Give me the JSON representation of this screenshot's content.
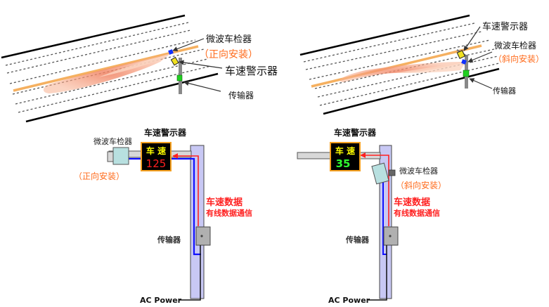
{
  "top_left": {
    "detector_label": "微波车检器",
    "install_mode": "（正向安装）",
    "warning_sign_label": "车速警示器",
    "transmitter_label": "传输器"
  },
  "top_right": {
    "warning_sign_label": "车速警示器",
    "detector_label": "微波车检器",
    "install_mode": "（斜向安装）",
    "transmitter_label": "传输器"
  },
  "bottom_left": {
    "warning_sign_label": "车速警示器",
    "detector_label": "微波车检器",
    "install_mode": "（正向安装）",
    "display_title": "车 速",
    "display_speed": "125",
    "speed_data_label": "车速数据",
    "wired_comm_label": "有线数据通信",
    "transmitter_label": "传输器",
    "power_label": "AC Power"
  },
  "bottom_right": {
    "warning_sign_label": "车速警示器",
    "detector_label": "微波车检器",
    "install_mode": "（斜向安装）",
    "display_title": "车 速",
    "display_speed": "35",
    "speed_data_label": "车速数据",
    "wired_comm_label": "有线数据通信",
    "transmitter_label": "传输器",
    "power_label": "AC Power"
  },
  "colors": {
    "road_edge": "#000000",
    "lane_dash": "#555555",
    "orange_line": "#f5b060",
    "beam": "#f4a582",
    "highlight_text": "#ff6a1a",
    "data_text": "#ff0000",
    "pole": "#c8c8f4",
    "detector_body": "#b8e0e0",
    "display_bg": "#000000",
    "display_border": "#f5a020",
    "display_title": "#ffff00",
    "speed_fast": "#ff2020",
    "speed_slow": "#30ff30",
    "signal_wire": "#ff2020",
    "data_wire": "#1010ff",
    "transmitter_box": "#b0b0b0"
  }
}
